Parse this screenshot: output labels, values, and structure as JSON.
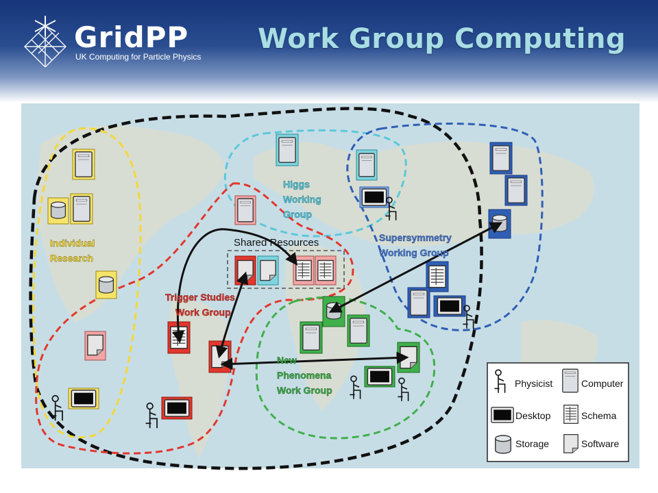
{
  "header": {
    "logo_name": "GridPP",
    "logo_subtitle": "UK Computing for Particle Physics",
    "title": "Work Group Computing"
  },
  "groups": {
    "individual": [
      "Individual",
      "Research"
    ],
    "higgs": [
      "Higgs",
      "Working",
      "Group"
    ],
    "shared": "Shared Resources",
    "susy": [
      "Supersymmetry",
      "Working Group"
    ],
    "trigger": [
      "Trigger Studies",
      "Work Group"
    ],
    "new_phenomena": [
      "New",
      "Phenomena",
      "Work Group"
    ]
  },
  "legend": {
    "physicist": "Physicist",
    "computer": "Computer",
    "desktop": "Desktop",
    "schema": "Schema",
    "storage": "Storage",
    "software": "Software"
  },
  "colors": {
    "black_boundary": "#111111",
    "individual": "#f2d83a",
    "higgs": "#5cc8d8",
    "trigger": "#e2372d",
    "susy": "#2f5fb5",
    "new_phenomena": "#3fb04a",
    "shared": "#555555"
  }
}
